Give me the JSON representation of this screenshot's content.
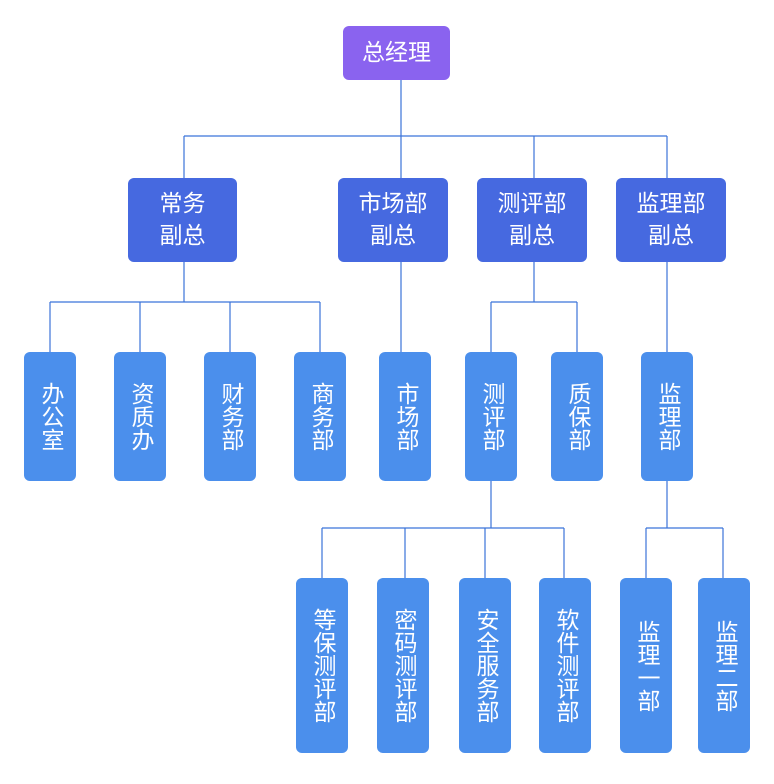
{
  "org_chart": {
    "root": {
      "label": "总经理"
    },
    "vice_presidents": [
      {
        "line1": "常务",
        "line2": "副总"
      },
      {
        "line1": "市场部",
        "line2": "副总"
      },
      {
        "line1": "测评部",
        "line2": "副总"
      },
      {
        "line1": "监理部",
        "line2": "副总"
      }
    ],
    "departments": [
      {
        "label": "办公室"
      },
      {
        "label": "资质办"
      },
      {
        "label": "财务部"
      },
      {
        "label": "商务部"
      },
      {
        "label": "市场部"
      },
      {
        "label": "测评部"
      },
      {
        "label": "质保部"
      },
      {
        "label": "监理部"
      }
    ],
    "sub_departments": [
      {
        "label": "等保测评部"
      },
      {
        "label": "密码测评部"
      },
      {
        "label": "安全服务部"
      },
      {
        "label": "软件测评部"
      },
      {
        "label": "监理一部"
      },
      {
        "label": "监理二部"
      }
    ],
    "colors": {
      "root": "#8a63ef",
      "vice_president": "#4669e0",
      "department": "#4b8fec",
      "connector": "#3b73d9"
    }
  }
}
